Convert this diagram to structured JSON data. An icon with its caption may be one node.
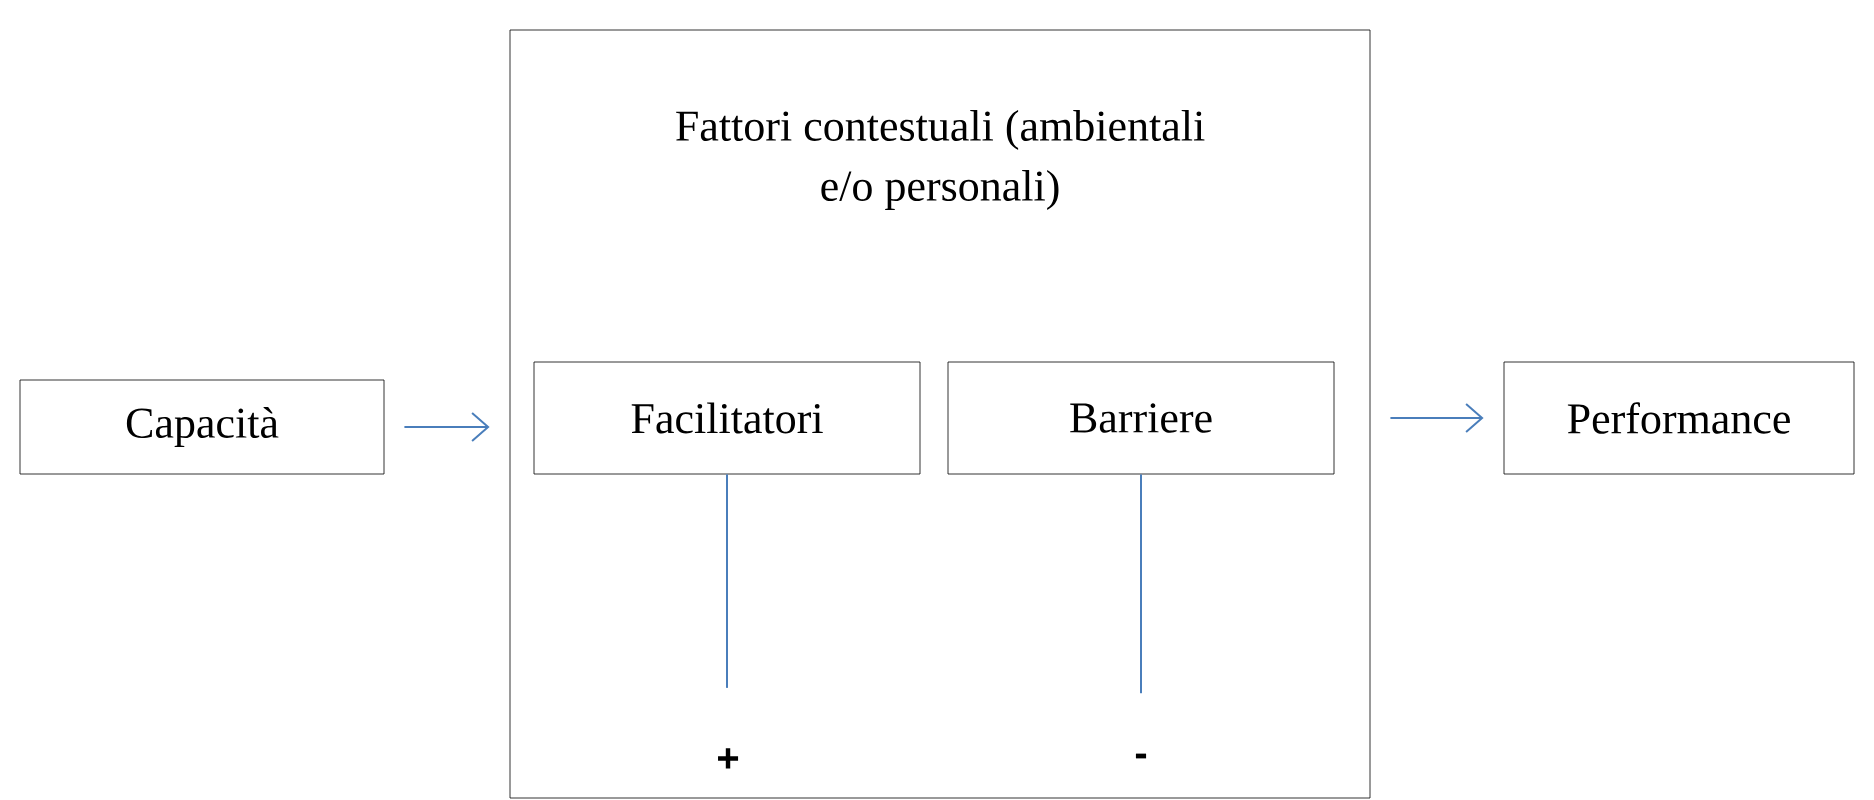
{
  "diagram": {
    "nodes": [
      {
        "text": [
          "Fattori contestuali (ambientali e/o personali)"
        ]
      },
      {
        "text": [
          "Capacità"
        ]
      },
      {
        "text": [
          "Facilitatori"
        ],
        "in": 0
      },
      {
        "text": [
          "Barriere"
        ],
        "in": 0
      },
      {
        "text": [
          "Performance"
        ]
      },
      {
        "text": [
          "+"
        ],
        "in": 0
      },
      {
        "text": [
          "-"
        ],
        "in": 0
      }
    ],
    "edges": [
      {
        "from": 1,
        "to": 0,
        "arrow": "to"
      },
      {
        "from": 0,
        "to": 4,
        "arrow": "to"
      },
      {
        "from": 2,
        "to": 5,
        "arrow": "none"
      },
      {
        "from": 3,
        "to": 6,
        "arrow": "none"
      }
    ]
  }
}
